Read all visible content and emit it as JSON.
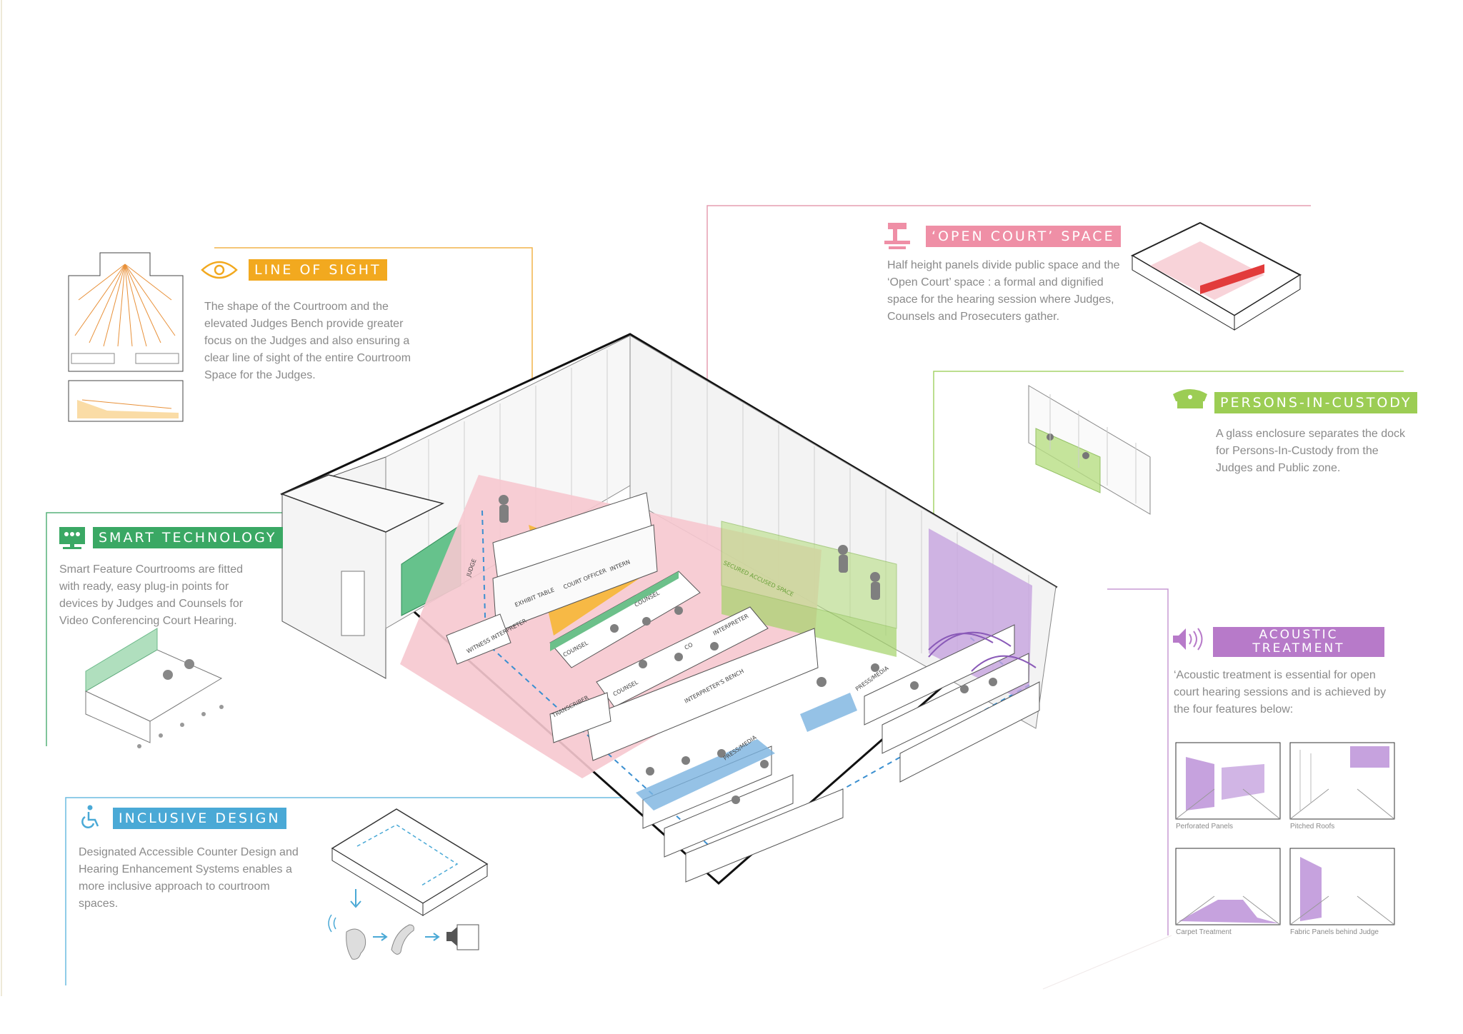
{
  "callouts": {
    "line_of_sight": {
      "title": "LINE OF SIGHT",
      "text": "The shape of the Courtroom and the elevated Judges Bench provide greater focus on the Judges and also ensuring a clear line of sight of the entire Courtroom Space for the Judges.",
      "icon": "eye-icon",
      "color": "#f2a91f"
    },
    "open_court": {
      "title": "‘OPEN COURT’ SPACE",
      "text": "Half height panels divide public space and the ‘Open Court’ space : a formal and dignified space for the hearing session where Judges, Counsels and Prosecuters gather.",
      "icon": "gavel-icon",
      "color": "#ef8fa6"
    },
    "persons_in_custody": {
      "title": "PERSONS-IN-CUSTODY",
      "text": "A glass enclosure separates the dock for Persons-In-Custody from the Judges and Public zone.",
      "icon": "police-cap-icon",
      "color": "#9ccd54"
    },
    "smart_technology": {
      "title": "SMART TECHNOLOGY",
      "text": "Smart Feature Courtrooms are fitted with ready, easy plug-in points for devices by Judges and Counsels for Video Conferencing Court Hearing.",
      "icon": "video-conference-icon",
      "color": "#3aa864"
    },
    "acoustic_treatment": {
      "title_line1": "ACOUSTIC",
      "title_line2": "TREATMENT",
      "text": "‘Acoustic treatment is essential for open court hearing sessions and is achieved by the four features below:",
      "icon": "speaker-icon",
      "color": "#b77ac9",
      "features": [
        "Perforated Panels",
        "Pitched Roofs",
        "Carpet Treatment",
        "Fabric Panels behind Judge"
      ]
    },
    "inclusive_design": {
      "title": "INCLUSIVE DESIGN",
      "text": "Designated Accessible Counter Design and Hearing Enhancement Systems enables a more inclusive approach to courtroom spaces.",
      "icon": "wheelchair-icon",
      "color": "#4aa9d6"
    }
  },
  "room_labels": {
    "judge": "JUDGE",
    "exhibit_table": "EXHIBIT TABLE",
    "court_officer": "COURT OFFICER",
    "intern": "INTERN",
    "witness_interpreter": "WITNESS INTERPRETER",
    "counsel_1": "COUNSEL",
    "counsel_2": "COUNSEL",
    "counsel_3": "COUNSEL",
    "interpreter": "INTERPRETER",
    "co": "CO",
    "interpreters_bench": "INTERPRETER'S BENCH",
    "transcriber": "TRANSCRIBER",
    "secured_accused_space": "SECURED ACCUSED SPACE",
    "press_media_1": "PRESS/MEDIA",
    "press_media_2": "PRESS/MEDIA"
  }
}
